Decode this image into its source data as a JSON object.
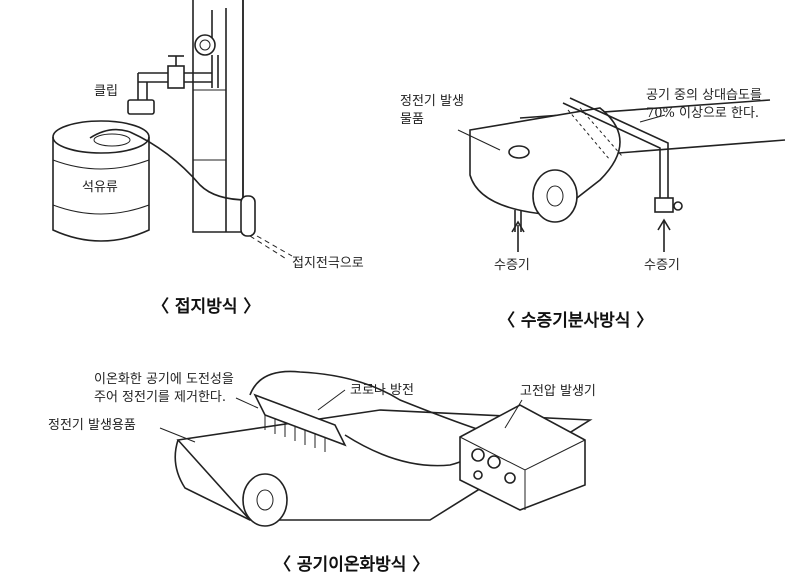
{
  "panel_grounding": {
    "clip_label": "클립",
    "drum_label": "석유류",
    "earth_label": "접지전극으로",
    "caption": "〈 접지방식 〉"
  },
  "panel_steam": {
    "object_label_line1": "정전기 발생",
    "object_label_line2": "물품",
    "humidity_line1": "공기 중의 상대습도를",
    "humidity_line2": "70% 이상으로 한다.",
    "steam_left": "수증기",
    "steam_right": "수증기",
    "caption": "〈 수증기분사방식 〉"
  },
  "panel_ionizer": {
    "note_line1": "이온화한 공기에 도전성을",
    "note_line2": "주어 정전기를 제거한다.",
    "corona_label": "코로나 방전",
    "generator_label": "고전압 발생기",
    "object_label": "정전기 발생용품",
    "caption": "〈 공기이온화방식 〉"
  }
}
